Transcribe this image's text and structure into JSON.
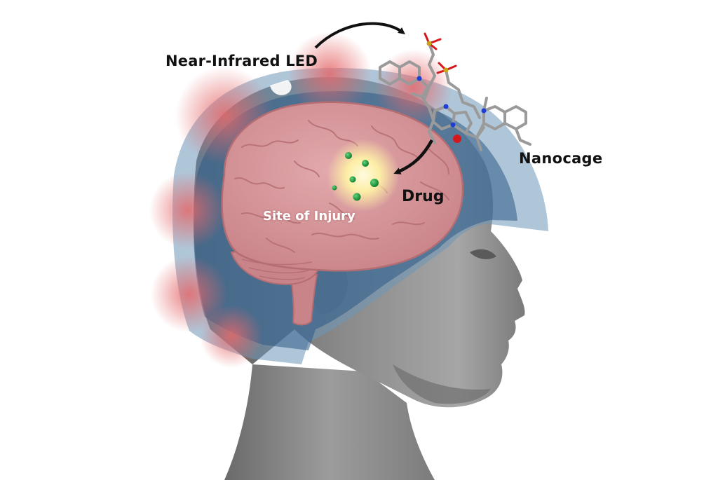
{
  "labels": {
    "light_source": "Near-Infrared LED",
    "carrier": "Nanocage",
    "payload": "Drug",
    "target": "Site of Injury"
  },
  "colors": {
    "helmet_blue": "#6e98b8",
    "helmet_red_glow": "#e5686a",
    "brain_pink": "#d89ca0",
    "brain_outline": "#b46d73",
    "head_gray": "#8b8b8b",
    "drug_particle": "#1c9a3c",
    "glow_yellow": "#fff4b8",
    "molecule_gray": "#9a9a9a",
    "atom_nitrogen": "#1e3fd1",
    "atom_oxygen": "#d4181c",
    "atom_sulfur": "#c9a418",
    "arrow": "#111111"
  },
  "icons": {
    "light_arrow": "curved-arrow-right",
    "release_arrow": "curved-arrow-down-left"
  }
}
